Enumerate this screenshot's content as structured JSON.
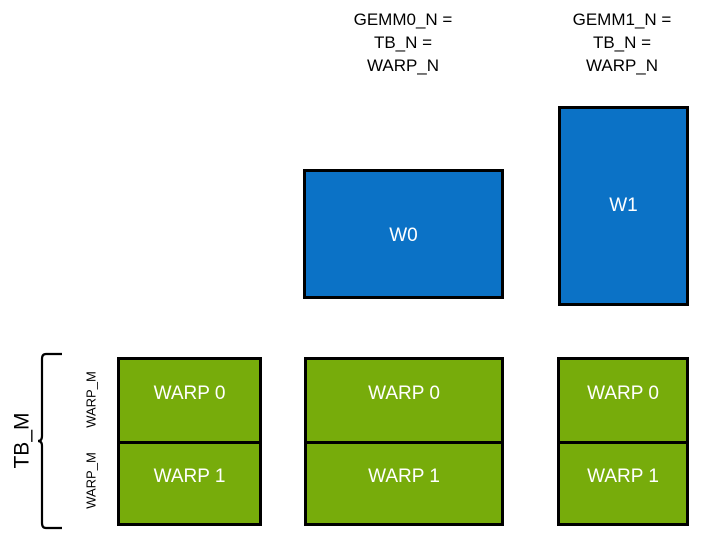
{
  "diagram": {
    "title_columns": [
      {
        "id": "gemm0",
        "text": "GEMM0_N =\nTB_N =\nWARP_N"
      },
      {
        "id": "gemm1",
        "text": "GEMM1_N =\nTB_N =\nWARP_N"
      }
    ],
    "warp_tiles": [
      {
        "id": "w0",
        "label": "W0",
        "color": "#0b72c6"
      },
      {
        "id": "w1",
        "label": "W1",
        "color": "#0b72c6"
      }
    ],
    "warp_columns": [
      {
        "id": "column-0",
        "cells": [
          {
            "label": "WARP 0",
            "color": "#77ac0b"
          },
          {
            "label": "WARP 1",
            "color": "#77ac0b"
          }
        ]
      },
      {
        "id": "column-1",
        "cells": [
          {
            "label": "WARP 0",
            "color": "#77ac0b"
          },
          {
            "label": "WARP 1",
            "color": "#77ac0b"
          }
        ]
      },
      {
        "id": "column-2",
        "cells": [
          {
            "label": "WARP 0",
            "color": "#77ac0b"
          },
          {
            "label": "WARP 1",
            "color": "#77ac0b"
          }
        ]
      }
    ],
    "axis_labels": {
      "tb_m": "TB_M",
      "warp_m_top": "WARP_M",
      "warp_m_bottom": "WARP_M"
    },
    "colors": {
      "blue": "#0b72c6",
      "green": "#77ac0b",
      "outline": "#000000",
      "background": "#ffffff",
      "text_on_fill": "#ffffff",
      "text": "#000000"
    }
  }
}
